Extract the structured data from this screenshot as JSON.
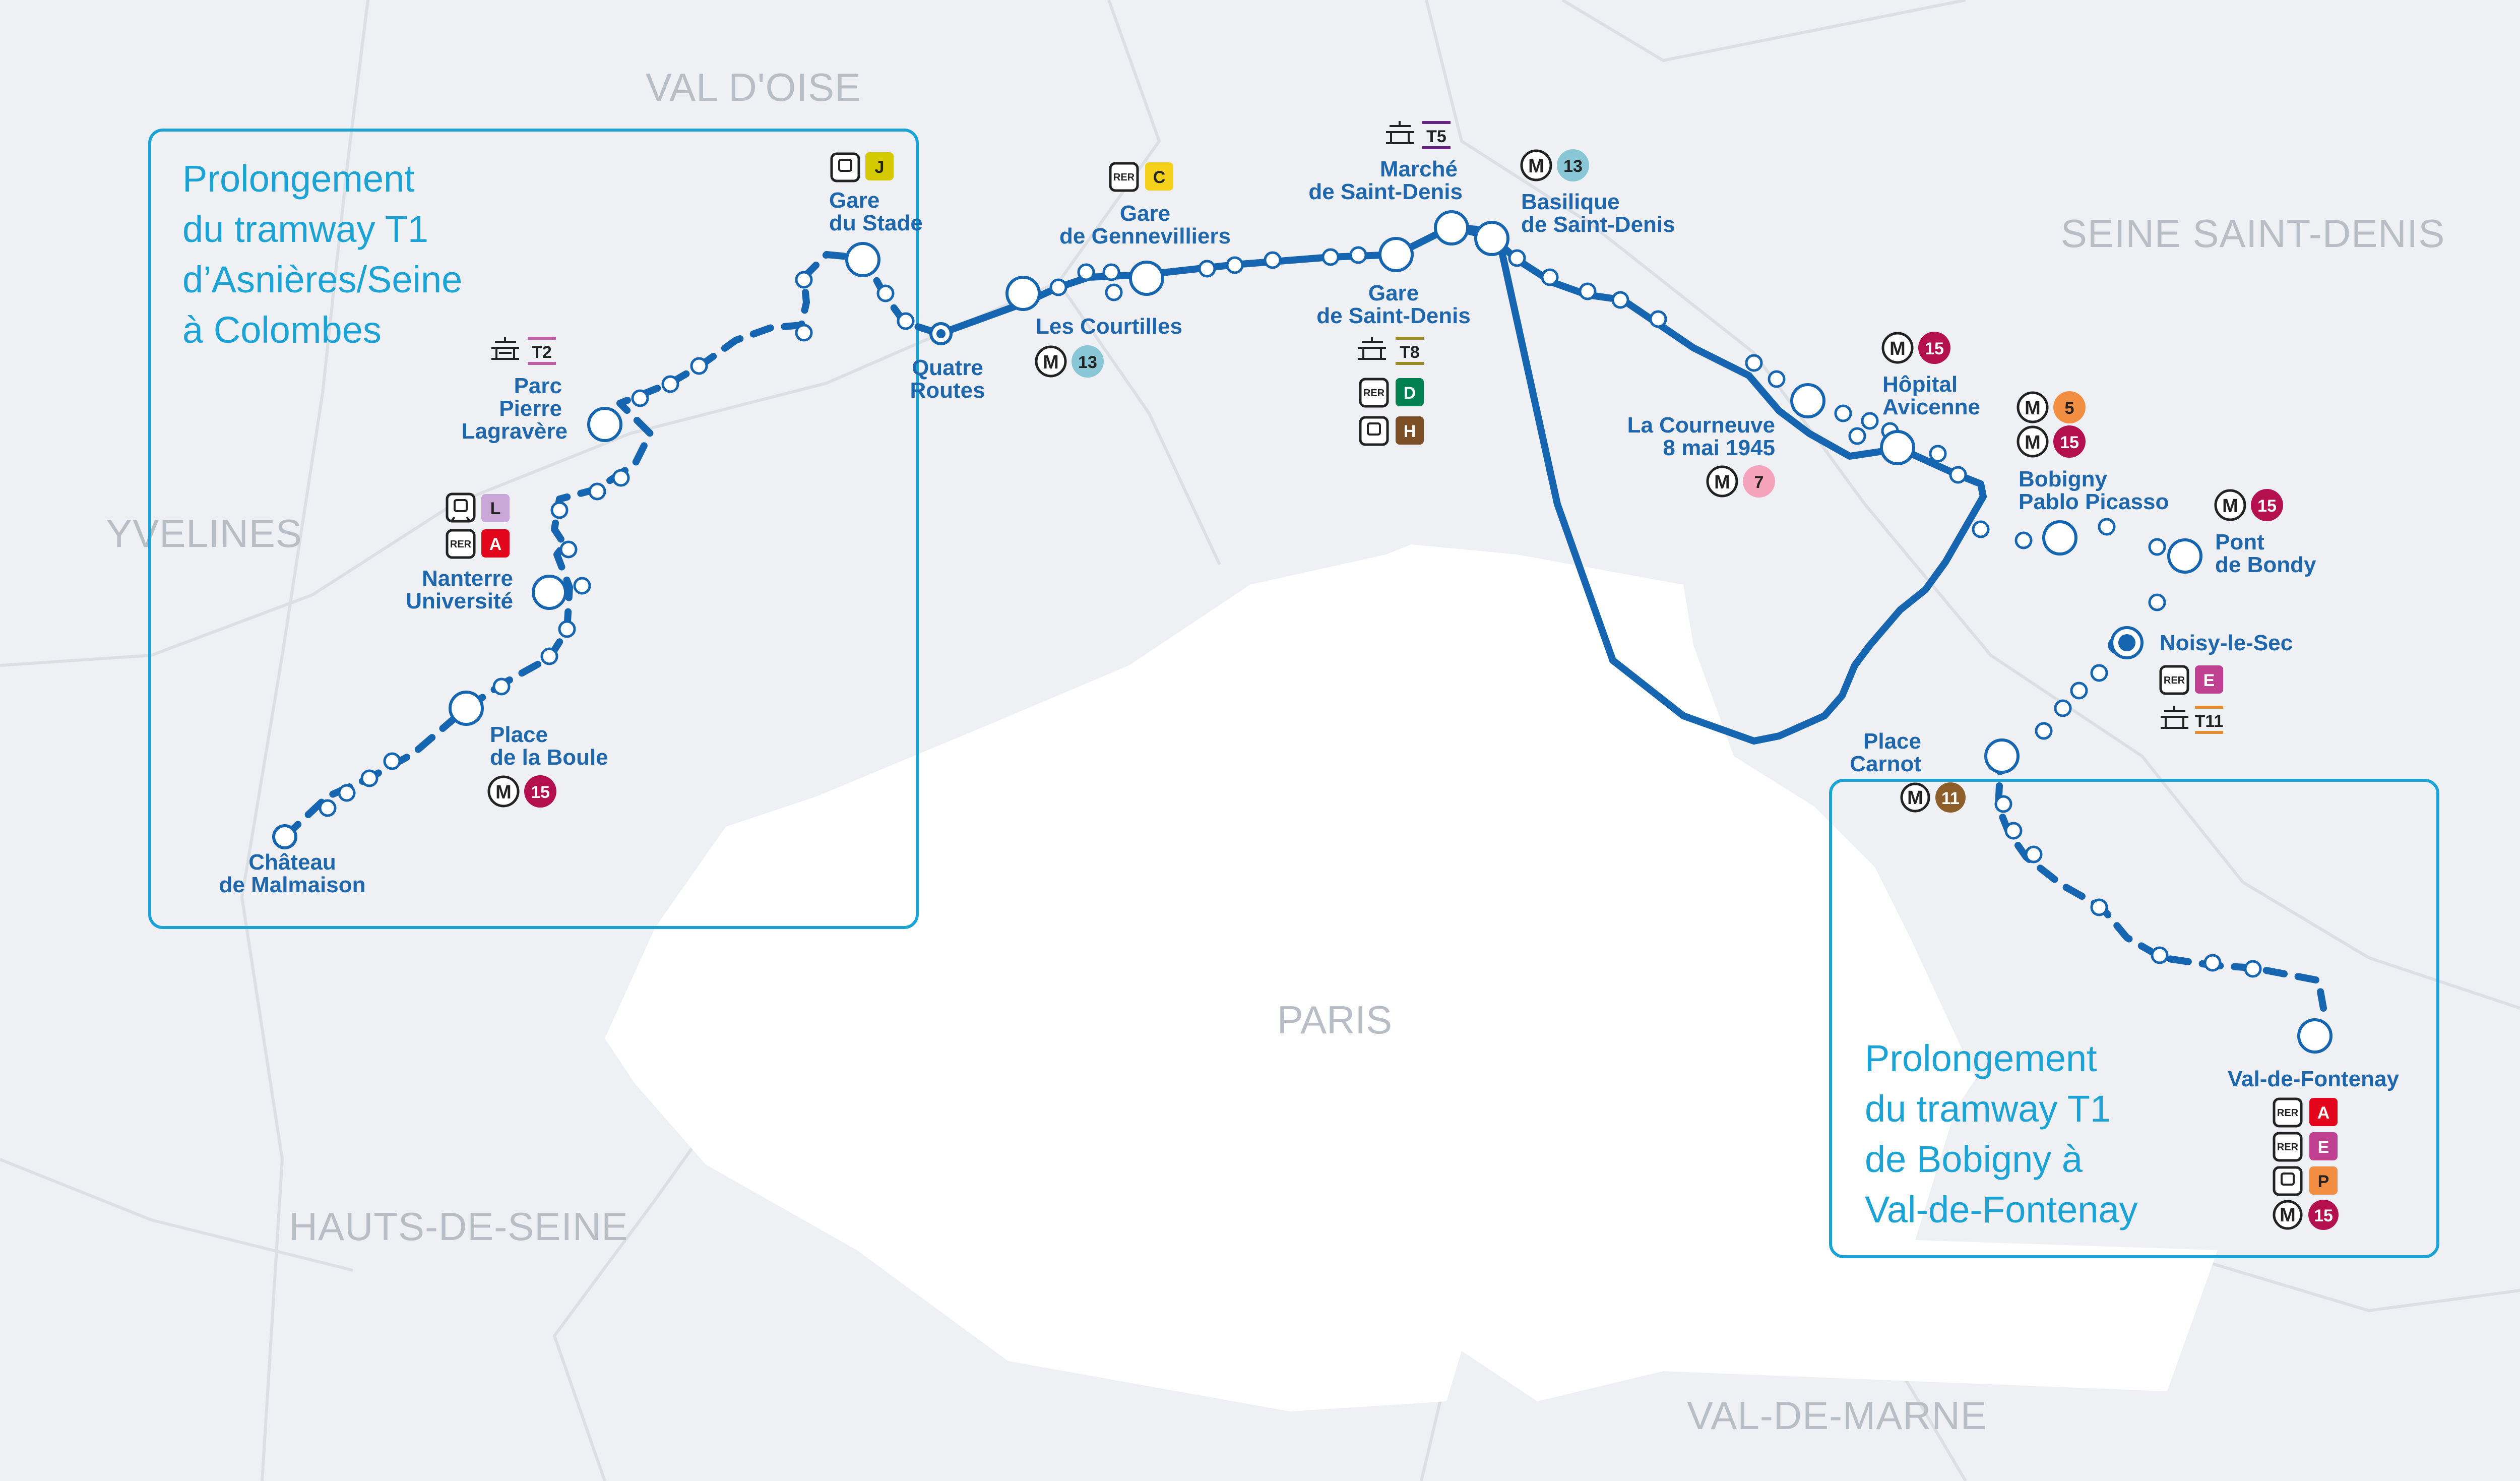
{
  "colors": {
    "background": "#eef0f3",
    "paris": "#ffffff",
    "border": "#dcdfe4",
    "line": "#1565b0",
    "box": "#1aa3d4",
    "label": "#1f67ad"
  },
  "departments": [
    "VAL D'OISE",
    "SEINE SAINT-DENIS",
    "YVELINES",
    "HAUTS-DE-SEINE",
    "VAL-DE-MARNE"
  ],
  "paris_label": "PARIS",
  "extension_boxes": [
    {
      "title_lines": [
        "Prolongement",
        "du tramway T1",
        "d’Asnières/Seine",
        "à Colombes"
      ]
    },
    {
      "title_lines": [
        "Prolongement",
        "du tramway T1",
        "de Bobigny à",
        "Val-de-Fontenay"
      ]
    }
  ],
  "stations": [
    {
      "name_lines": [
        "Château",
        "de Malmaison"
      ]
    },
    {
      "name_lines": [
        "Place",
        "de la Boule"
      ],
      "connections": [
        {
          "mode": "metro",
          "line": "15",
          "color": "#b40f4e"
        }
      ]
    },
    {
      "name_lines": [
        "Nanterre",
        "Université"
      ],
      "connections": [
        {
          "mode": "train",
          "line": "L",
          "color": "#c9a7d6"
        },
        {
          "mode": "rer",
          "line": "A",
          "color": "#e3051c"
        }
      ]
    },
    {
      "name_lines": [
        "Parc",
        "Pierre",
        "Lagravère"
      ],
      "connections": [
        {
          "mode": "tram",
          "line": "T2",
          "color": "#c25ea2"
        }
      ]
    },
    {
      "name_lines": [
        "Gare",
        "du Stade"
      ],
      "connections": [
        {
          "mode": "train",
          "line": "J",
          "color": "#d5c900"
        }
      ]
    },
    {
      "name_lines": [
        "Quatre",
        "Routes"
      ]
    },
    {
      "name_lines": [
        "Les Courtilles"
      ],
      "connections": [
        {
          "mode": "metro",
          "line": "13",
          "color": "#89c7d6"
        }
      ]
    },
    {
      "name_lines": [
        "Gare",
        "de Gennevilliers"
      ],
      "connections": [
        {
          "mode": "rer",
          "line": "C",
          "color": "#f5d01b"
        }
      ]
    },
    {
      "name_lines": [
        "Gare",
        "de Saint-Denis"
      ],
      "connections": [
        {
          "mode": "tram",
          "line": "T8",
          "color": "#9a8b24"
        },
        {
          "mode": "rer",
          "line": "D",
          "color": "#00814f"
        },
        {
          "mode": "train",
          "line": "H",
          "color": "#7b4e25"
        }
      ]
    },
    {
      "name_lines": [
        "Marché",
        "de Saint-Denis"
      ],
      "connections": [
        {
          "mode": "tram",
          "line": "T5",
          "color": "#662483"
        }
      ]
    },
    {
      "name_lines": [
        "Basilique",
        "de Saint-Denis"
      ],
      "connections": [
        {
          "mode": "metro",
          "line": "13",
          "color": "#89c7d6"
        }
      ]
    },
    {
      "name_lines": [
        "La Courneuve",
        "8 mai 1945"
      ],
      "connections": [
        {
          "mode": "metro",
          "line": "7",
          "color": "#f5a2bd"
        }
      ]
    },
    {
      "name_lines": [
        "Hôpital",
        "Avicenne"
      ],
      "connections": [
        {
          "mode": "metro",
          "line": "15",
          "color": "#b40f4e"
        }
      ]
    },
    {
      "name_lines": [
        "Bobigny",
        "Pablo Picasso"
      ],
      "connections": [
        {
          "mode": "metro",
          "line": "5",
          "color": "#f28e42"
        },
        {
          "mode": "metro",
          "line": "15",
          "color": "#b40f4e"
        }
      ]
    },
    {
      "name_lines": [
        "Pont",
        "de Bondy"
      ],
      "connections": [
        {
          "mode": "metro",
          "line": "15",
          "color": "#b40f4e"
        }
      ]
    },
    {
      "name_lines": [
        "Noisy-le-Sec"
      ],
      "connections": [
        {
          "mode": "rer",
          "line": "E",
          "color": "#c04191"
        },
        {
          "mode": "tram",
          "line": "T11",
          "color": "#e48d33"
        }
      ]
    },
    {
      "name_lines": [
        "Place",
        "Carnot"
      ],
      "connections": [
        {
          "mode": "metro",
          "line": "11",
          "color": "#8d5e2a"
        }
      ]
    },
    {
      "name_lines": [
        "Val-de-Fontenay"
      ],
      "connections": [
        {
          "mode": "rer",
          "line": "A",
          "color": "#e3051c"
        },
        {
          "mode": "rer",
          "line": "E",
          "color": "#c04191"
        },
        {
          "mode": "train",
          "line": "P",
          "color": "#f28e42"
        },
        {
          "mode": "metro",
          "line": "15",
          "color": "#b40f4e"
        }
      ]
    }
  ]
}
